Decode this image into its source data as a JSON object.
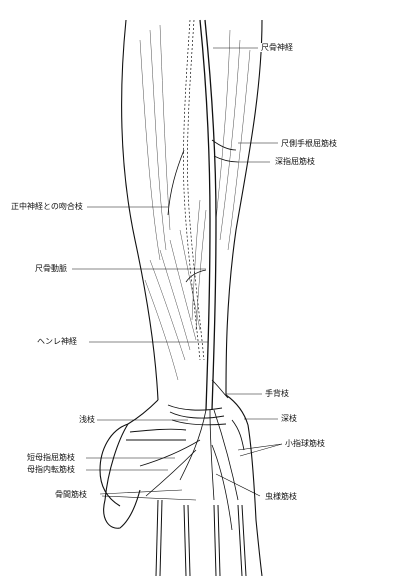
{
  "labels": {
    "ulnar_nerve": "尺骨神経",
    "fcu_branch": "尺側手根屈筋枝",
    "fdp_branch": "深指屈筋枝",
    "median_anastomosis": "正中神経との吻合枝",
    "ulnar_artery": "尺骨動脈",
    "henle_nerve": "ヘンレ神経",
    "dorsal_branch": "手背枝",
    "superficial_branch": "浅枝",
    "deep_branch": "深枝",
    "hypothenar_branch": "小指球筋枝",
    "fpb_branch": "短母指屈筋枝",
    "adductor_branch": "母指内転筋枝",
    "interossei_branch": "骨間筋枝",
    "lumbrical_branch": "虫様筋枝"
  },
  "colors": {
    "ink": "#111111",
    "paper": "#ffffff"
  }
}
